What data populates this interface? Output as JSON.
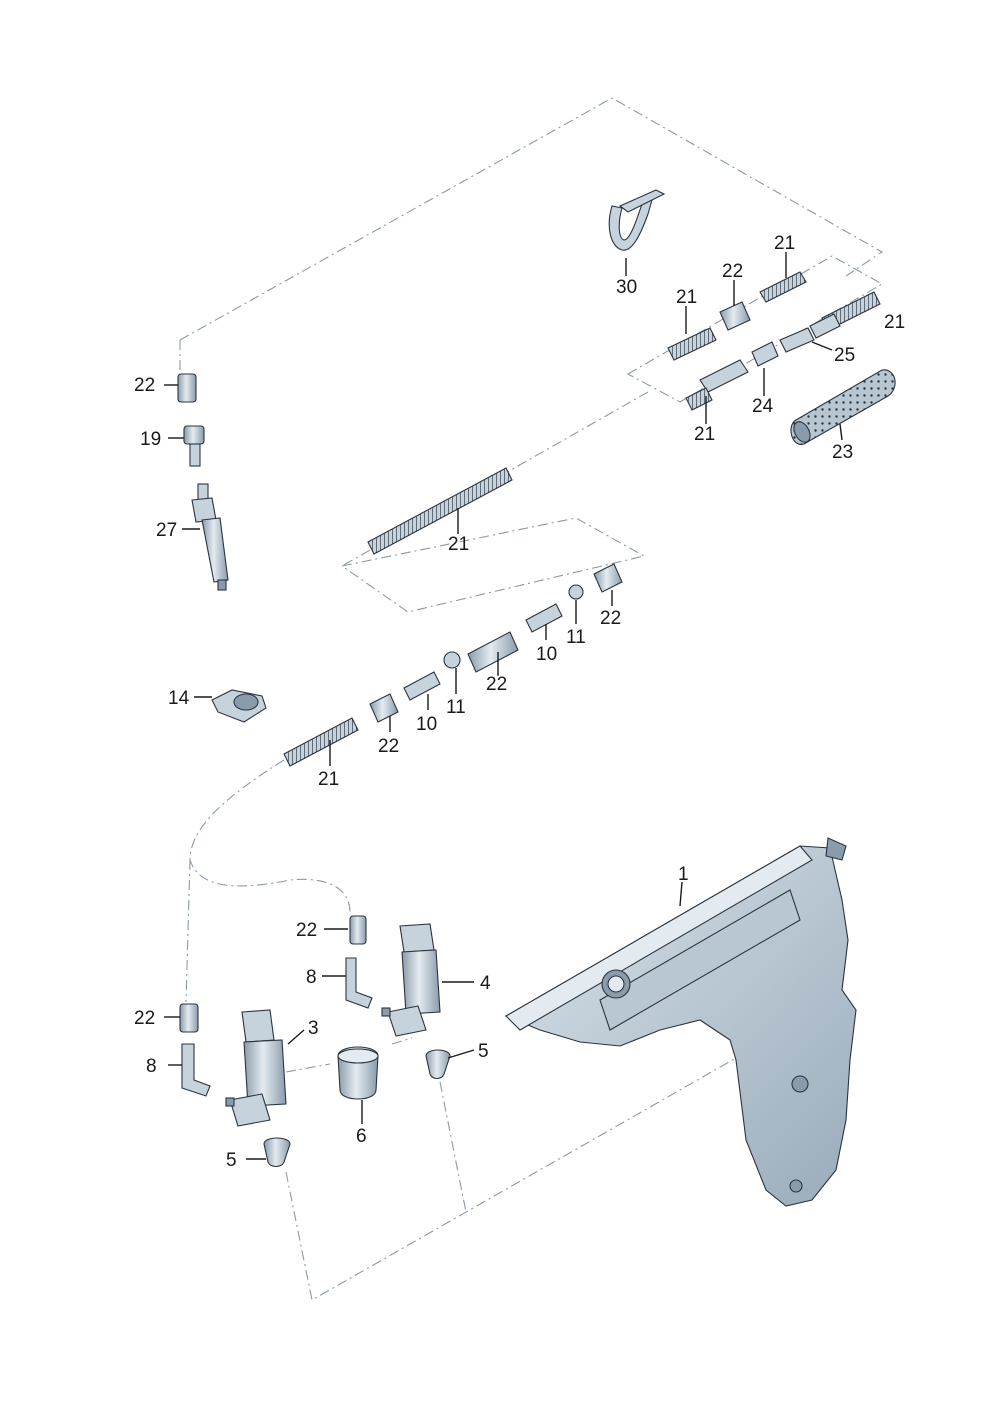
{
  "colors": {
    "part_fill": "#c7d3dc",
    "part_light": "#e4ebf0",
    "part_dark": "#8a9bab",
    "outline": "#2a3440",
    "phantom_line": "#8a9aa8"
  },
  "callouts": {
    "c1": "1",
    "c3": "3",
    "c4": "4",
    "c5a": "5",
    "c5b": "5",
    "c6": "6",
    "c8a": "8",
    "c8b": "8",
    "c10a": "10",
    "c10b": "10",
    "c11a": "11",
    "c11b": "11",
    "c14": "14",
    "c19": "19",
    "c21a": "21",
    "c21b": "21",
    "c21c": "21",
    "c21d": "21",
    "c21e": "21",
    "c21f": "21",
    "c22a": "22",
    "c22b": "22",
    "c22c": "22",
    "c22d": "22",
    "c22e": "22",
    "c22f": "22",
    "c22g": "22",
    "c23": "23",
    "c24": "24",
    "c25": "25",
    "c27": "27",
    "c30": "30"
  }
}
